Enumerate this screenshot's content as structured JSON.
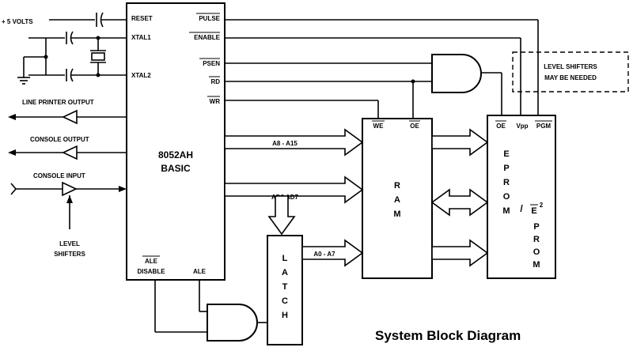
{
  "title": "System Block Diagram",
  "cpu": {
    "name_line1": "8052AH",
    "name_line2": "BASIC",
    "pins_left": [
      "RESET",
      "XTAL1",
      "XTAL2"
    ],
    "pins_right": [
      "PULSE",
      "ENABLE",
      "PSEN",
      "RD",
      "WR"
    ],
    "pin_ale_disable_top": "ALE",
    "pin_ale_disable_bottom": "DISABLE",
    "pin_ale": "ALE"
  },
  "inputs": {
    "supply": "+ 5 VOLTS",
    "line_printer": "LINE PRINTER OUTPUT",
    "console_output": "CONSOLE OUTPUT",
    "console_input": "CONSOLE INPUT",
    "level_shifters_line1": "LEVEL",
    "level_shifters_line2": "SHIFTERS"
  },
  "buses": {
    "a8_a15": "A8 - A15",
    "ad0_ad7": "AD0  AD7",
    "a0_a7": "A0 - A7"
  },
  "latch": {
    "letters": [
      "L",
      "A",
      "T",
      "C",
      "H"
    ]
  },
  "ram": {
    "letters": [
      "R",
      "A",
      "M"
    ],
    "pin_we": "WE",
    "pin_oe": "OE"
  },
  "eprom": {
    "letters_eprom": [
      "E",
      "P",
      "R",
      "O",
      "M"
    ],
    "slash": "/",
    "e2": "E",
    "e2_sup": "2",
    "letters_prom": [
      "P",
      "R",
      "O",
      "M"
    ],
    "pin_oe": "OE",
    "pin_vpp": "Vpp",
    "pin_pgm": "PGM"
  },
  "note": {
    "line1": "LEVEL SHIFTERS",
    "line2": "MAY BE NEEDED"
  }
}
